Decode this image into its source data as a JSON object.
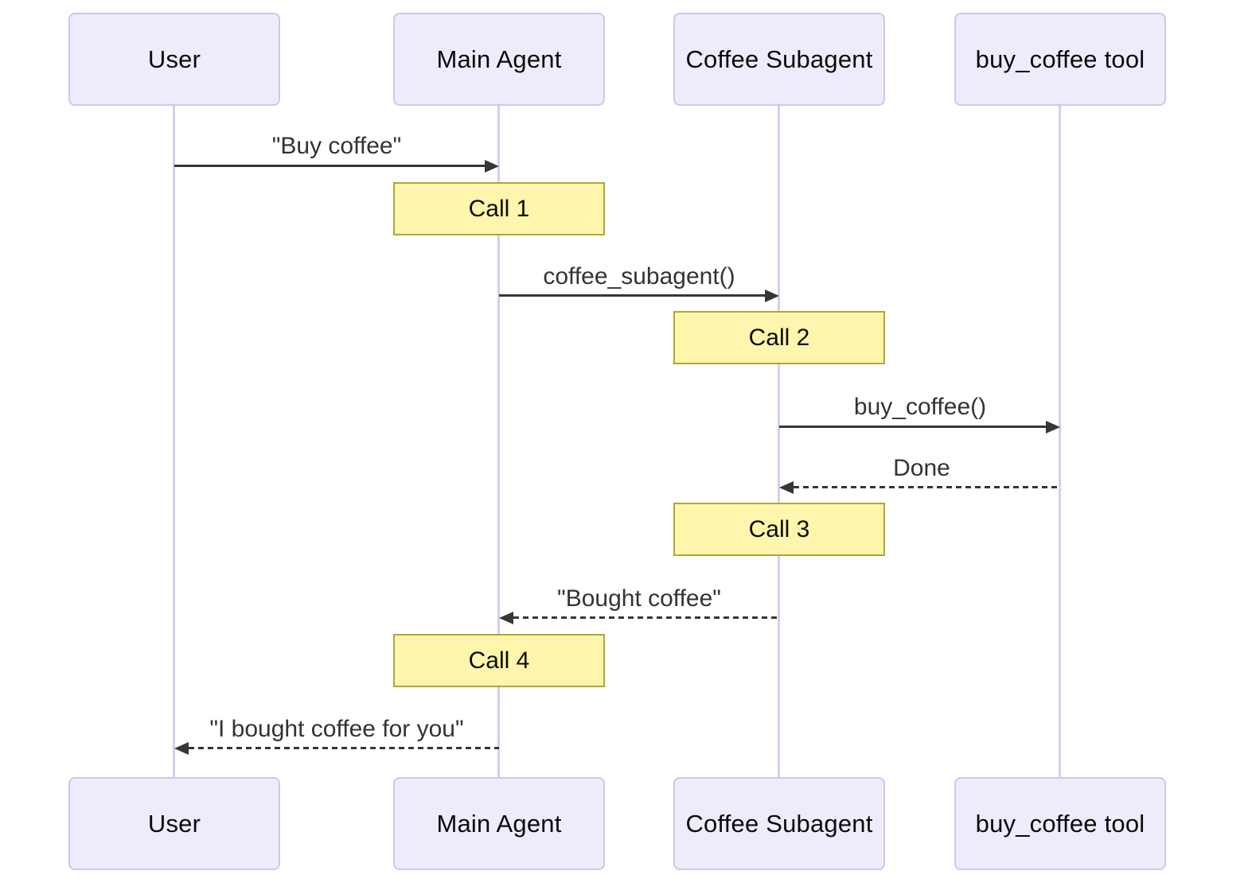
{
  "diagram": {
    "type": "sequence-diagram",
    "actors": [
      {
        "id": "user",
        "label": "User"
      },
      {
        "id": "main-agent",
        "label": "Main Agent"
      },
      {
        "id": "coffee-subagent",
        "label": "Coffee Subagent"
      },
      {
        "id": "buy-coffee-tool",
        "label": "buy_coffee tool"
      }
    ],
    "messages": [
      {
        "text": "\"Buy coffee\"",
        "from": "User",
        "to": "Main Agent",
        "line": "solid"
      },
      {
        "text": "coffee_subagent()",
        "from": "Main Agent",
        "to": "Coffee Subagent",
        "line": "solid"
      },
      {
        "text": "buy_coffee()",
        "from": "Coffee Subagent",
        "to": "buy_coffee tool",
        "line": "solid"
      },
      {
        "text": "Done",
        "from": "buy_coffee tool",
        "to": "Coffee Subagent",
        "line": "dashed"
      },
      {
        "text": "\"Bought coffee\"",
        "from": "Coffee Subagent",
        "to": "Main Agent",
        "line": "dashed"
      },
      {
        "text": "\"I bought coffee for you\"",
        "from": "Main Agent",
        "to": "User",
        "line": "dashed"
      }
    ],
    "notes": [
      {
        "label": "Call 1",
        "over": "Main Agent"
      },
      {
        "label": "Call 2",
        "over": "Coffee Subagent"
      },
      {
        "label": "Call 3",
        "over": "Coffee Subagent"
      },
      {
        "label": "Call 4",
        "over": "Main Agent"
      }
    ],
    "colors": {
      "actor_fill": "#ECECFB",
      "actor_border": "#CFC7EA",
      "lifeline": "#D8CCF0",
      "note_fill": "#FFF5AD",
      "note_border": "#AAAA33",
      "arrow": "#363636",
      "msg_text": "#333333"
    }
  }
}
